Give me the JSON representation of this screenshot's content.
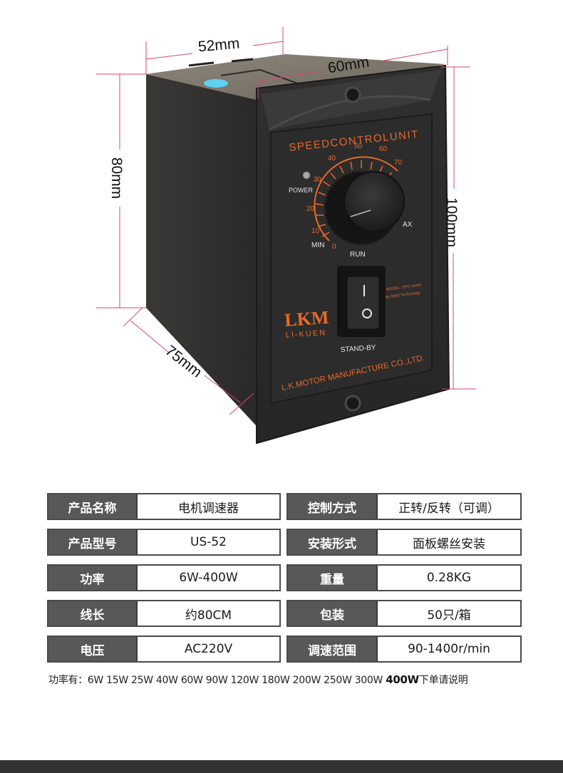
{
  "product": {
    "dimensions": {
      "top_width": "52mm",
      "panel_width": "60mm",
      "body_height": "80mm",
      "panel_height": "100mm",
      "depth": "75mm"
    },
    "panel": {
      "title": "SPEEDCONTROLUNIT",
      "power_label": "POWER",
      "min_label": "MIN",
      "max_label": "MAX",
      "run_label": "RUN",
      "standby_label": "STAND-BY",
      "dial_ticks": [
        "0",
        "10",
        "20",
        "30",
        "40",
        "50",
        "60",
        "70"
      ],
      "switch_on_glyph": "I",
      "switch_off_glyph": "O",
      "model_line1": "MODEL: SPC series",
      "model_line2": "By SMD Technology",
      "brand_logo": "LKM",
      "brand_name": "LI-KUEN",
      "manufacturer": "L.K.MOTOR MANUFACTURE CO.,LTD."
    },
    "colors": {
      "accent_orange": "#e8692a",
      "dimension_line": "#d9476a",
      "body_dark": "#2b2a28",
      "table_header_bg": "#585858"
    }
  },
  "specs": {
    "rows": [
      {
        "left": {
          "key": "产品名称",
          "value": "电机调速器"
        },
        "right": {
          "key": "控制方式",
          "value": "正转/反转（可调）"
        }
      },
      {
        "left": {
          "key": "产品型号",
          "value": "US-52"
        },
        "right": {
          "key": "安装形式",
          "value": "面板螺丝安装"
        }
      },
      {
        "left": {
          "key": "功率",
          "value": "6W-400W"
        },
        "right": {
          "key": "重量",
          "value": "0.28KG"
        }
      },
      {
        "left": {
          "key": "线长",
          "value": "约80CM"
        },
        "right": {
          "key": "包装",
          "value": "50只/箱"
        }
      },
      {
        "left": {
          "key": "电压",
          "value": "AC220V"
        },
        "right": {
          "key": "调速范围",
          "value": "90-1400r/min"
        }
      }
    ],
    "footnote_prefix": "功率有：6W 15W 25W 40W 60W 90W 120W  180W 200W 250W 300W ",
    "footnote_strong": "400W",
    "footnote_suffix": "下单请说明"
  }
}
